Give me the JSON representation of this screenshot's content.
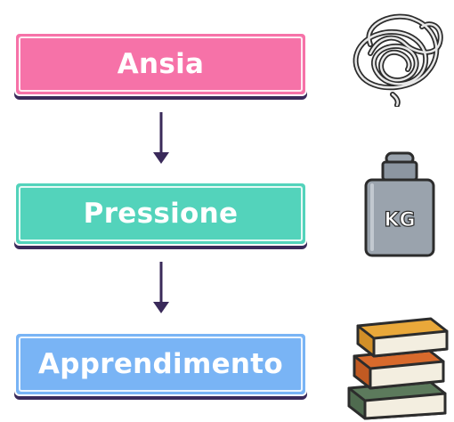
{
  "colors": {
    "ansia": "#f672a8",
    "pressione": "#53d3bb",
    "apprendimento": "#79b4f5",
    "arrow": "#3a2a5a"
  },
  "steps": [
    {
      "label": "Ansia",
      "icon": "tangled-scribble-icon"
    },
    {
      "label": "Pressione",
      "icon": "kg-weight-icon"
    },
    {
      "label": "Apprendimento",
      "icon": "stacked-books-icon"
    }
  ],
  "weight_label": "KG"
}
